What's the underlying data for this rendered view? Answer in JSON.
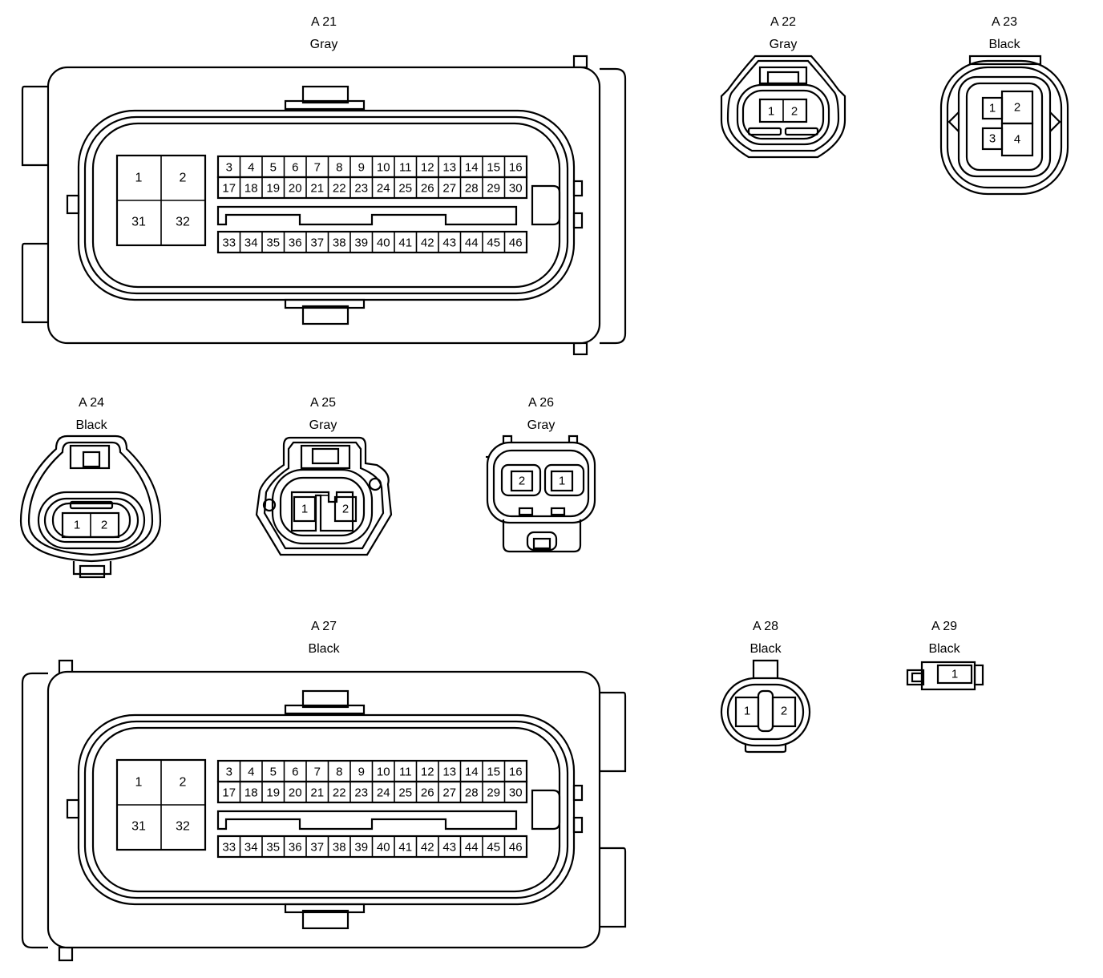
{
  "connectors": [
    {
      "id": "A 21",
      "color": "Gray",
      "pins_large": [
        "1",
        "2",
        "31",
        "32"
      ],
      "pins_row1": [
        "3",
        "4",
        "5",
        "6",
        "7",
        "8",
        "9",
        "10",
        "11",
        "12",
        "13",
        "14",
        "15",
        "16"
      ],
      "pins_row2": [
        "17",
        "18",
        "19",
        "20",
        "21",
        "22",
        "23",
        "24",
        "25",
        "26",
        "27",
        "28",
        "29",
        "30"
      ],
      "pins_row3": [
        "33",
        "34",
        "35",
        "36",
        "37",
        "38",
        "39",
        "40",
        "41",
        "42",
        "43",
        "44",
        "45",
        "46"
      ]
    },
    {
      "id": "A 22",
      "color": "Gray",
      "pins": [
        "1",
        "2"
      ]
    },
    {
      "id": "A 23",
      "color": "Black",
      "pins": [
        "1",
        "2",
        "3",
        "4"
      ]
    },
    {
      "id": "A 24",
      "color": "Black",
      "pins": [
        "1",
        "2"
      ]
    },
    {
      "id": "A 25",
      "color": "Gray",
      "pins": [
        "1",
        "2"
      ]
    },
    {
      "id": "A 26",
      "color": "Gray",
      "pins": [
        "2",
        "1"
      ]
    },
    {
      "id": "A 27",
      "color": "Black",
      "pins_large": [
        "1",
        "2",
        "31",
        "32"
      ],
      "pins_row1": [
        "3",
        "4",
        "5",
        "6",
        "7",
        "8",
        "9",
        "10",
        "11",
        "12",
        "13",
        "14",
        "15",
        "16"
      ],
      "pins_row2": [
        "17",
        "18",
        "19",
        "20",
        "21",
        "22",
        "23",
        "24",
        "25",
        "26",
        "27",
        "28",
        "29",
        "30"
      ],
      "pins_row3": [
        "33",
        "34",
        "35",
        "36",
        "37",
        "38",
        "39",
        "40",
        "41",
        "42",
        "43",
        "44",
        "45",
        "46"
      ]
    },
    {
      "id": "A 28",
      "color": "Black",
      "pins": [
        "1",
        "2"
      ]
    },
    {
      "id": "A 29",
      "color": "Black",
      "pins": [
        "1"
      ]
    }
  ]
}
